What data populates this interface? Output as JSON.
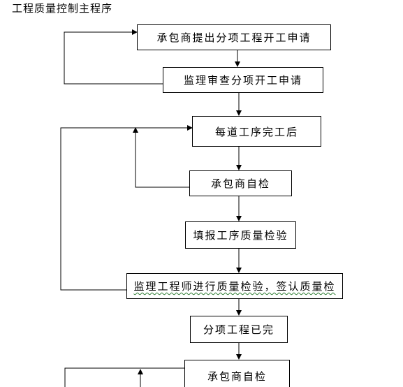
{
  "document": {
    "title": "工程质量控制主程序"
  },
  "flowchart": {
    "steps": [
      "承包商提出分项工程开工申请",
      "监理审查分项开工申请",
      "每道工序完工后",
      "承包商自检",
      "填报工序质量检验",
      "监理工程师进行质量检验，签认质量检",
      "分项工程已完",
      "承包商自检"
    ]
  },
  "colors": {
    "line": "#000000",
    "box_border": "#000000",
    "background": "#ffffff",
    "spellcheck_underline": "#2e7d32"
  }
}
